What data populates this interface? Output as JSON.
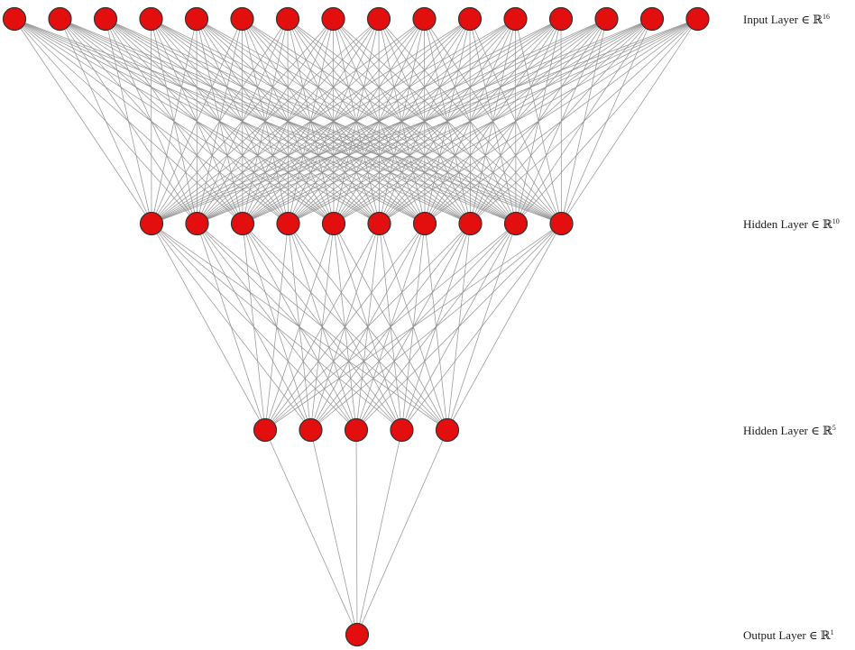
{
  "diagram": {
    "type": "feedforward-neural-network",
    "node_color": "#e30e0e",
    "node_stroke_color": "#333333",
    "edge_color": "#8c8c8c",
    "connectivity": "fully-connected",
    "layers": [
      {
        "label": "Input Layer ∈ ℝ",
        "dimension": "16",
        "node_count": 16
      },
      {
        "label": "Hidden Layer ∈ ℝ",
        "dimension": "10",
        "node_count": 10
      },
      {
        "label": "Hidden Layer ∈ ℝ",
        "dimension": "5",
        "node_count": 5
      },
      {
        "label": "Output Layer ∈ ℝ",
        "dimension": "1",
        "node_count": 1
      }
    ]
  }
}
